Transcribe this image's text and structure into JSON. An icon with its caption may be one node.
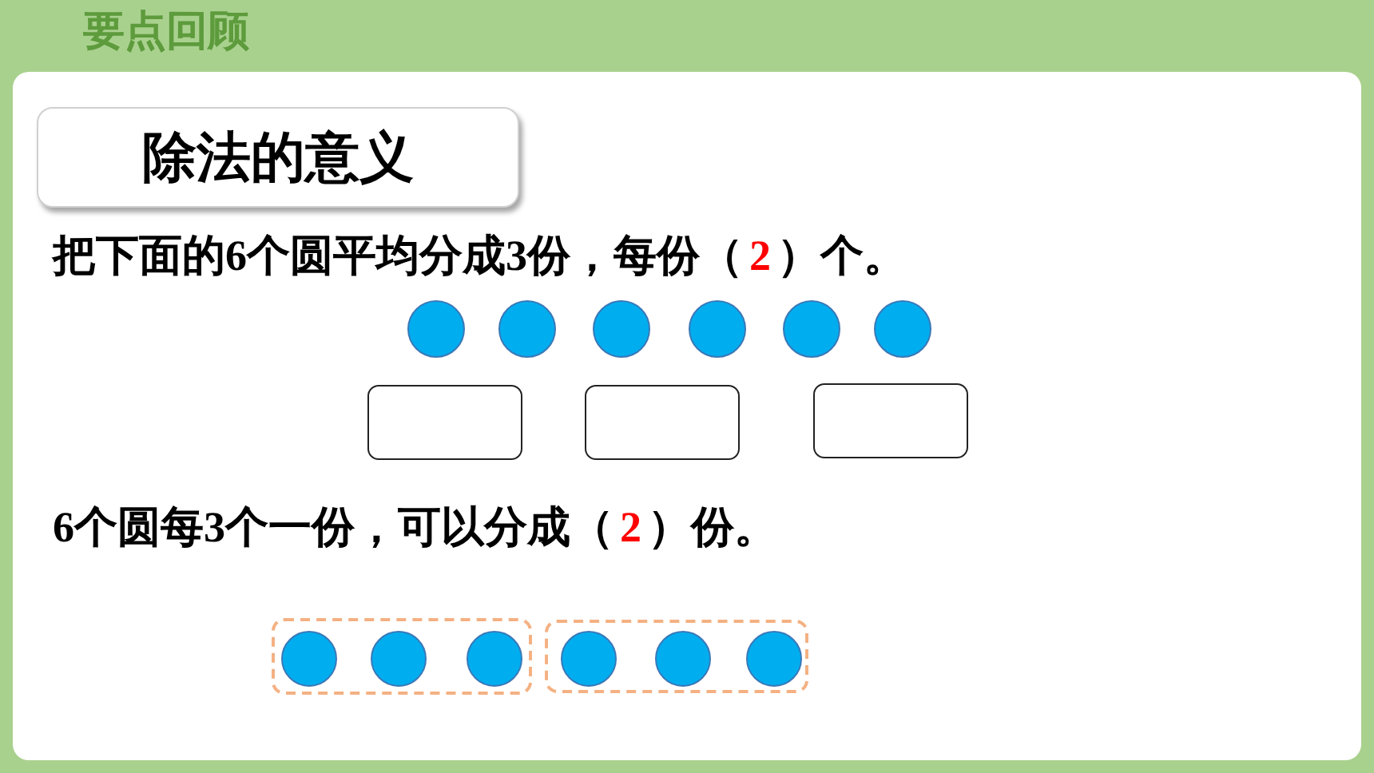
{
  "diagram": {
    "title": "要点回顾",
    "nodes": [
      {
        "text": [
          "除法的意义"
        ]
      },
      {
        "text": [],
        "shape": "circle"
      },
      {
        "text": [],
        "shape": "circle"
      },
      {
        "text": [],
        "shape": "circle"
      },
      {
        "text": [],
        "shape": "circle"
      },
      {
        "text": [],
        "shape": "circle"
      },
      {
        "text": [],
        "shape": "circle"
      },
      {
        "text": [],
        "shape": "box"
      },
      {
        "text": [],
        "shape": "box"
      },
      {
        "text": [],
        "shape": "box"
      },
      {
        "text": [],
        "shape": "box"
      },
      {
        "text": [],
        "shape": "circle",
        "in": 10
      },
      {
        "text": [],
        "shape": "circle",
        "in": 10
      },
      {
        "text": [],
        "shape": "circle",
        "in": 10
      },
      {
        "text": [],
        "shape": "box"
      },
      {
        "text": [],
        "shape": "circle",
        "in": 14
      },
      {
        "text": [],
        "shape": "circle",
        "in": 14
      },
      {
        "text": [],
        "shape": "circle",
        "in": 14
      }
    ],
    "edges": [],
    "labels": [
      "把下面的6个圆平均分成3份，每份（",
      "2",
      "）个。",
      "6个圆每3个一份，可以分成（",
      "2",
      "）份。"
    ]
  }
}
